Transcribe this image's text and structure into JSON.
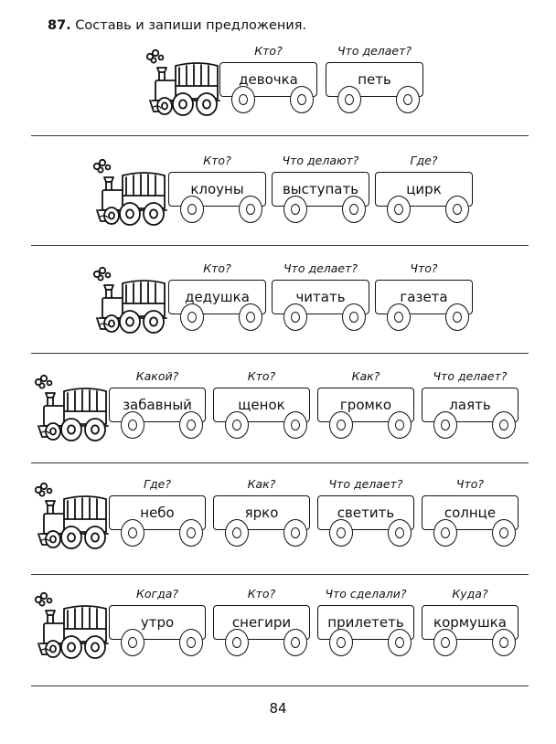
{
  "task": {
    "number": "87.",
    "text": "Составь и запиши предложения."
  },
  "rows": [
    {
      "wagons": [
        {
          "question": "Кто?",
          "word": "девочка"
        },
        {
          "question": "Что делает?",
          "word": "петь"
        }
      ]
    },
    {
      "wagons": [
        {
          "question": "Кто?",
          "word": "клоуны"
        },
        {
          "question": "Что делают?",
          "word": "выступать"
        },
        {
          "question": "Где?",
          "word": "цирк"
        }
      ]
    },
    {
      "wagons": [
        {
          "question": "Кто?",
          "word": "дедушка"
        },
        {
          "question": "Что делает?",
          "word": "читать"
        },
        {
          "question": "Что?",
          "word": "газета"
        }
      ]
    },
    {
      "wagons": [
        {
          "question": "Какой?",
          "word": "забавный"
        },
        {
          "question": "Кто?",
          "word": "щенок"
        },
        {
          "question": "Как?",
          "word": "громко"
        },
        {
          "question": "Что делает?",
          "word": "лаять"
        }
      ]
    },
    {
      "wagons": [
        {
          "question": "Где?",
          "word": "небо"
        },
        {
          "question": "Как?",
          "word": "ярко"
        },
        {
          "question": "Что делает?",
          "word": "светить"
        },
        {
          "question": "Что?",
          "word": "солнце"
        }
      ]
    },
    {
      "wagons": [
        {
          "question": "Когда?",
          "word": "утро"
        },
        {
          "question": "Кто?",
          "word": "снегири"
        },
        {
          "question": "Что сделали?",
          "word": "прилететь"
        },
        {
          "question": "Куда?",
          "word": "кормушка"
        }
      ]
    }
  ],
  "page_number": "84"
}
